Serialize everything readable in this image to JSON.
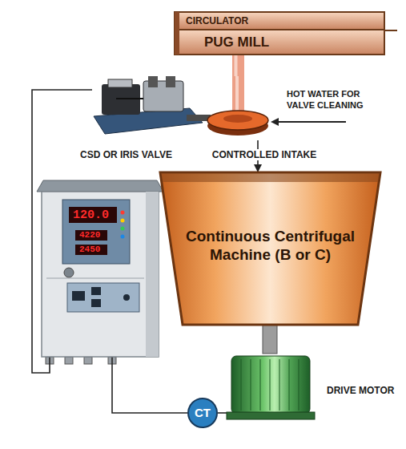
{
  "diagram": {
    "nodes": [
      {
        "text": [
          "CIRCULATOR",
          "PUG MILL"
        ]
      },
      {
        "text": [
          "CSD OR IRIS VALVE"
        ]
      },
      {
        "text": [
          "120.0",
          "4220",
          "2450"
        ]
      },
      {
        "text": [
          "Continuous Centrifugal Machine (B or C)"
        ]
      },
      {
        "text": [
          "CT"
        ]
      },
      {
        "text": [
          "DRIVE MOTOR"
        ]
      }
    ],
    "edges": [
      {
        "from": 0,
        "to": 1,
        "arrow": "none"
      },
      {
        "from": 1,
        "to": 3,
        "label": "CONTROLLED INTAKE",
        "arrow": "to"
      },
      {
        "from": 1,
        "to": 2,
        "arrow": "none"
      },
      {
        "from": 2,
        "to": 4,
        "arrow": "none"
      },
      {
        "from": 4,
        "to": 5,
        "arrow": "none"
      }
    ],
    "labels": [
      "HOT WATER FOR VALVE CLEANING"
    ]
  }
}
